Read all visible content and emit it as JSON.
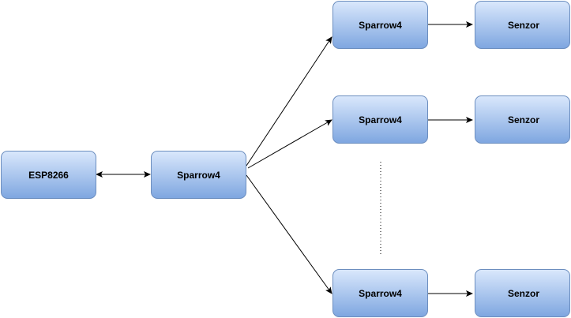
{
  "nodes": {
    "esp": {
      "label": "ESP8266"
    },
    "hub": {
      "label": "Sparrow4"
    },
    "sparrow_top": {
      "label": "Sparrow4"
    },
    "sparrow_mid": {
      "label": "Sparrow4"
    },
    "sparrow_bottom": {
      "label": "Sparrow4"
    },
    "senzor_top": {
      "label": "Senzor"
    },
    "senzor_mid": {
      "label": "Senzor"
    },
    "senzor_bottom": {
      "label": "Senzor"
    }
  },
  "colors": {
    "box_top": "#dae8fc",
    "box_bottom": "#7ea6e0",
    "box_stroke": "#6c8ebf"
  }
}
